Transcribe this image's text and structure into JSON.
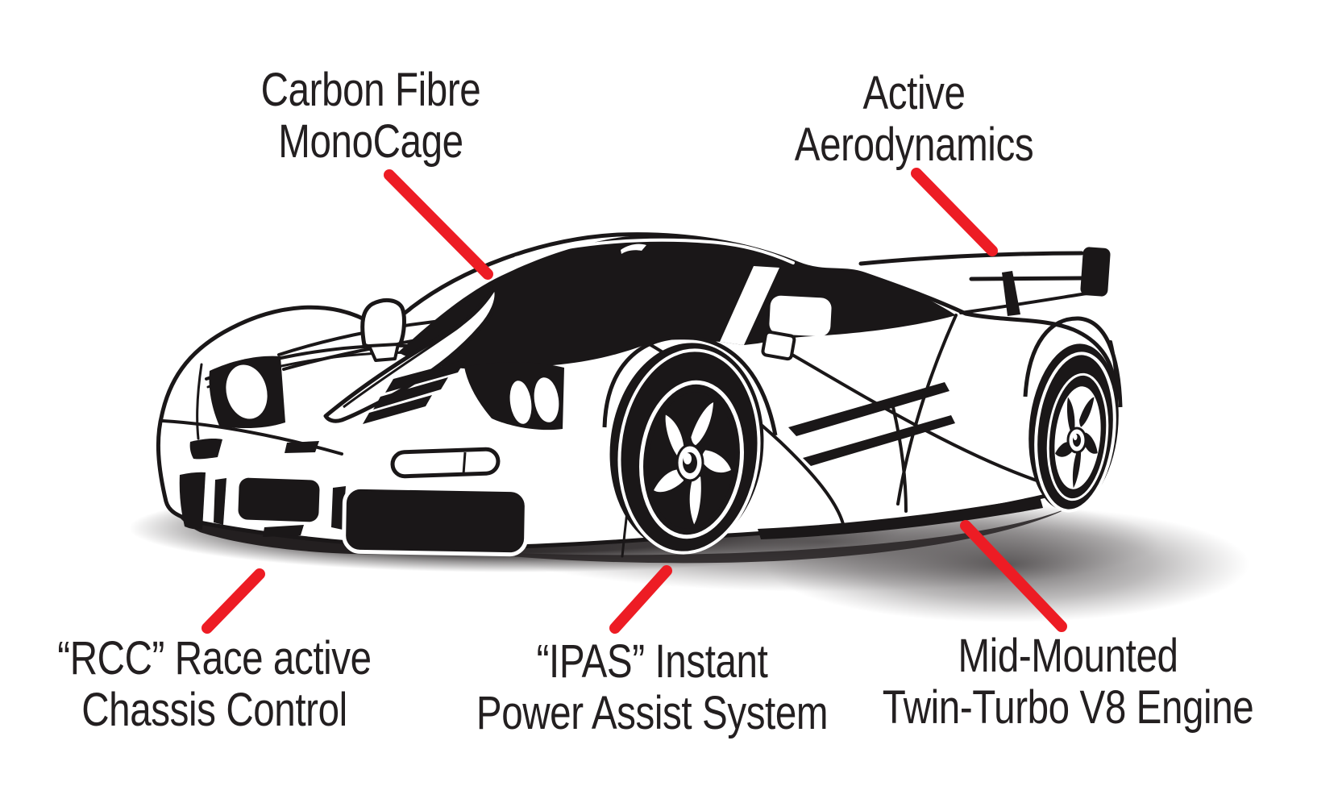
{
  "diagram": {
    "subject": "supercar-feature-callout-diagram",
    "callouts": [
      {
        "id": "monocage",
        "line1": "Carbon Fibre",
        "line2": "MonoCage"
      },
      {
        "id": "active-aero",
        "line1": "Active",
        "line2": "Aerodynamics"
      },
      {
        "id": "rcc",
        "line1": "“RCC” Race active",
        "line2": "Chassis Control"
      },
      {
        "id": "ipas",
        "line1": "“IPAS” Instant",
        "line2": "Power Assist System"
      },
      {
        "id": "engine",
        "line1": "Mid-Mounted",
        "line2": "Twin-Turbo V8 Engine"
      }
    ]
  },
  "colors": {
    "accent": "#ED1C24",
    "ink": "#231F20",
    "line_art": "#1A1718",
    "background": "#FFFFFF"
  }
}
